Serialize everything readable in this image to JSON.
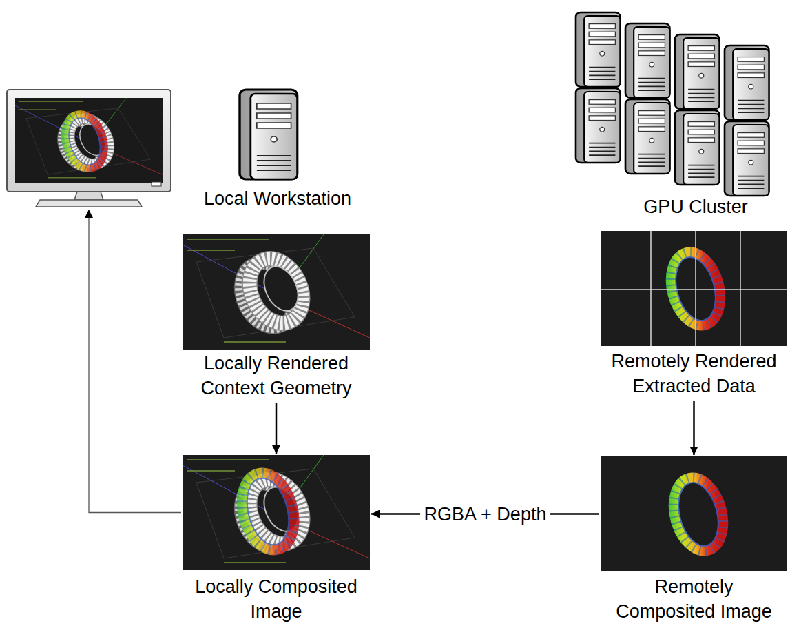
{
  "diagram": {
    "nodes": [
      {
        "text": []
      },
      {
        "text": [
          "Local Workstation"
        ]
      },
      {
        "text": [
          "GPU Cluster"
        ]
      },
      {
        "text": [
          "Locally Rendered Context Geometry"
        ]
      },
      {
        "text": [
          "Remotely Rendered Extracted Data"
        ]
      },
      {
        "text": [
          "Locally Composited Image"
        ]
      },
      {
        "text": [
          "Remotely Composited Image"
        ]
      }
    ],
    "edges": [
      {
        "from": 3,
        "to": 5,
        "arrow": "to"
      },
      {
        "from": 4,
        "to": 6,
        "arrow": "to"
      },
      {
        "from": 6,
        "to": 5,
        "label": "RGBA + Depth",
        "arrow": "to"
      },
      {
        "from": 5,
        "to": 0,
        "arrow": "to"
      }
    ]
  }
}
